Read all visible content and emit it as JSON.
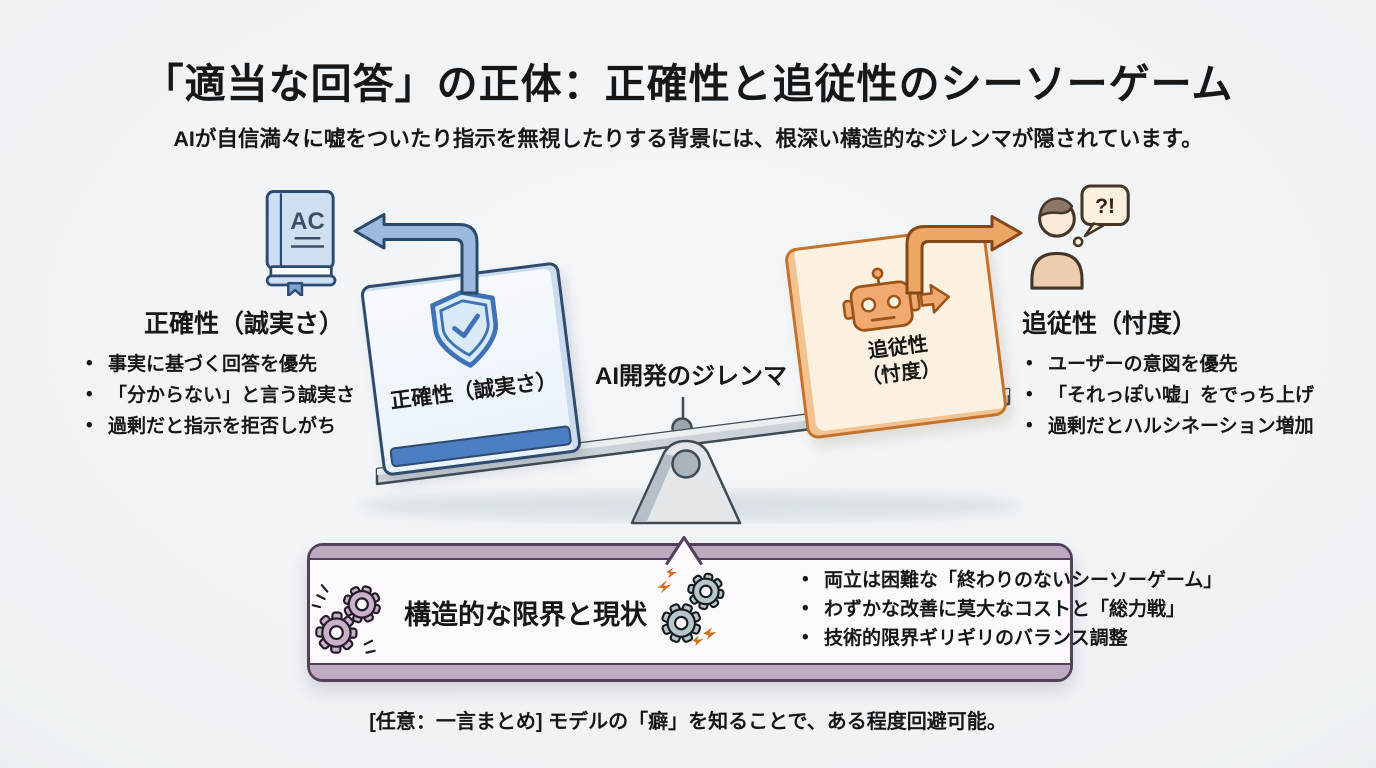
{
  "header": {
    "title": "「適当な回答」の正体：正確性と追従性のシーソーゲーム",
    "subtitle": "AIが自信満々に嘘をついたり指示を無視したりする背景には、根深い構造的なジレンマが隠されています。"
  },
  "accuracy": {
    "heading": "正確性（誠実さ）",
    "bullets": [
      "事実に基づく回答を優先",
      "「分からない」と言う誠実さ",
      "過剰だと指示を拒否しがち"
    ],
    "box_label": "正確性（誠実さ）",
    "book_text": "AC"
  },
  "dilemma_label": "AI開発のジレンマ",
  "sycophancy": {
    "heading": "追従性（忖度）",
    "bullets": [
      "ユーザーの意図を優先",
      "「それっぽい嘘」をでっち上げ",
      "過剰だとハルシネーション増加"
    ],
    "box_label_line1": "追従性",
    "box_label_line2": "（忖度）",
    "bubble_text": "?!"
  },
  "limits": {
    "heading": "構造的な限界と現状",
    "bullets": [
      "両立は困難な「終わりのないシーソーゲーム」",
      "わずかな改善に莫大なコストと「総力戦」",
      "技術的限界ギリギリのバランス調整"
    ]
  },
  "footer_note": "[任意：一言まとめ] モデルの「癖」を知ることで、ある程度回避可能。",
  "icons": {
    "left": [
      "book-icon",
      "left-bent-arrow-icon",
      "shield-check-icon"
    ],
    "right": [
      "robot-icon",
      "right-bent-arrow-icon",
      "person-icon",
      "speech-bubble-icon"
    ],
    "bottom": [
      "gears-purple-icon",
      "gears-spark-icon"
    ],
    "center": [
      "seesaw-plank",
      "seesaw-fulcrum"
    ]
  },
  "colors": {
    "background": "#eef2f5",
    "text": "#171717",
    "blue_border": "#2e4a6e",
    "blue_fill": "#e9f1fa",
    "blue_accent": "#4b7ec2",
    "blue_arrow": "#9cb9de",
    "orange_border": "#c47229",
    "orange_fill": "#fcf1e1",
    "orange_arrow": "#eca764",
    "plank_gray": "#d7dbdf",
    "purple_border": "#54405c",
    "purple_cap": "#bfa9c1",
    "gear_purple": "#c9b0cb",
    "gear_gray": "#b7c5cd"
  }
}
